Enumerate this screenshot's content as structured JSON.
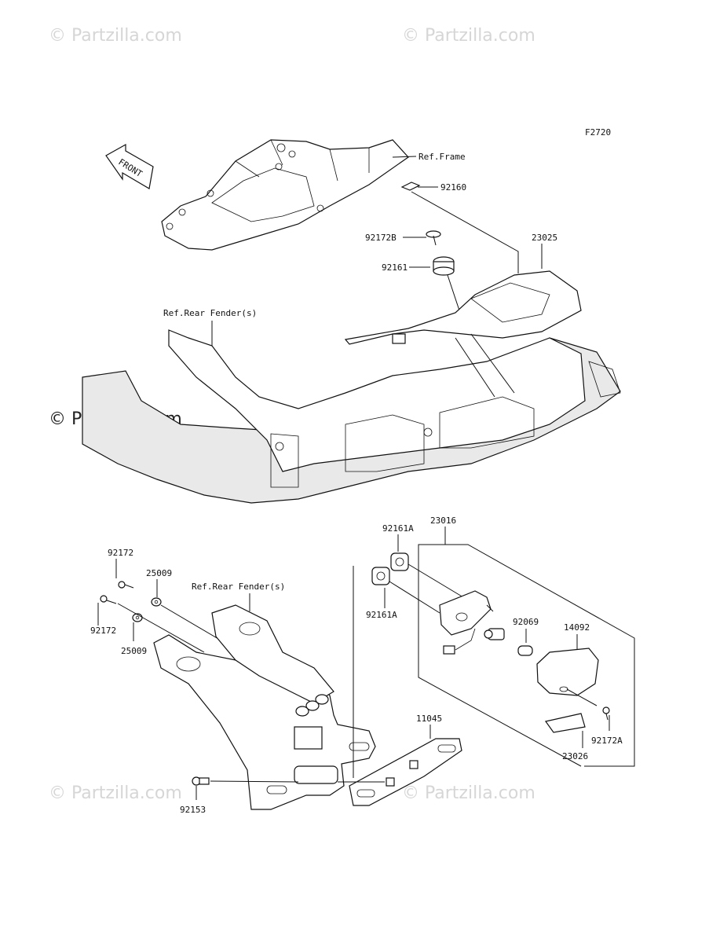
{
  "diagram_id": "F2720",
  "watermarks": [
    "© Partzilla.com",
    "© Partzilla.com",
    "© Partzilla.com",
    "© Partzilla.com",
    "© Partzilla.com"
  ],
  "front_arrow": "FRONT",
  "refs": {
    "frame": "Ref.Frame",
    "rear_fender_top": "Ref.Rear Fender(s)",
    "rear_fender_bottom": "Ref.Rear Fender(s)"
  },
  "parts": {
    "p92160": "92160",
    "p92172B": "92172B",
    "p23025": "23025",
    "p92161": "92161",
    "p92161A_top": "92161A",
    "p23016": "23016",
    "p92172_top": "92172",
    "p25009_top": "25009",
    "p92172_bottom": "92172",
    "p25009_bottom": "25009",
    "p92161A_bottom": "92161A",
    "p92069": "92069",
    "p14092": "14092",
    "p11045": "11045",
    "p92172A": "92172A",
    "p23026": "23026",
    "p92153": "92153"
  }
}
